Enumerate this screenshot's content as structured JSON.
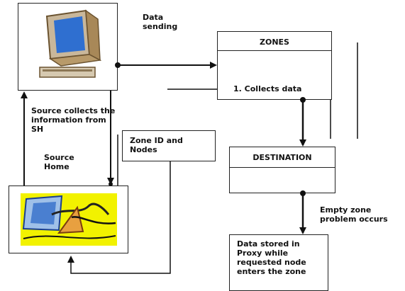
{
  "labels": {
    "data_sending": "Data\nsending",
    "zones_title": "ZONES",
    "collects": "1. Collects data",
    "source_collects": "Source collects the\ninformation from\nSH",
    "source_home": "Source\nHome",
    "zone_id": "Zone ID and\nNodes",
    "destination": "DESTINATION",
    "empty_zone": "Empty zone\nproblem occurs",
    "data_stored": "Data stored in\nProxy while\nrequested node\nenters the zone"
  },
  "icons": {
    "source_computer": "computer-icon",
    "source_home_clipart": "home-clipart-icon"
  },
  "colors": {
    "line": "#111111",
    "monitor": "#8b6a3a",
    "screen": "#3a7bd5",
    "clip_bg": "#f2f200"
  }
}
